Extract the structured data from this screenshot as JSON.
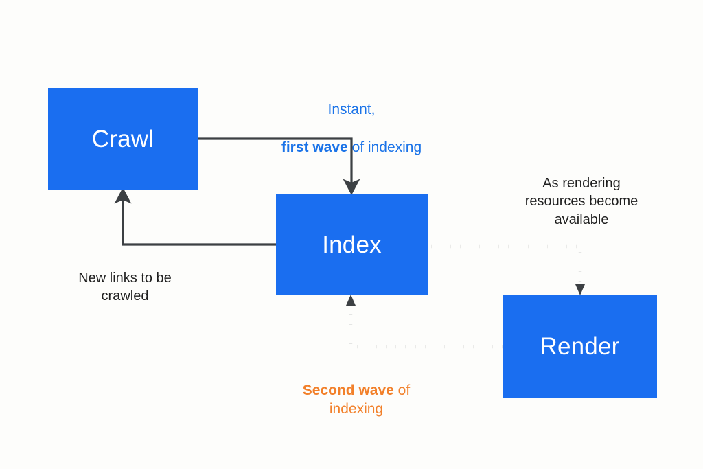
{
  "diagram": {
    "title": "Crawl, Index and Render two-wave indexing flow",
    "background_color": "#fdfdfb",
    "node_color": "#1a6ef0",
    "node_text_color": "#ffffff",
    "solid_edge_color": "#3c4043",
    "dotted_edge_color": "#3c4043",
    "accent_blue": "#1a73e8",
    "accent_orange": "#f2802a",
    "body_text_color": "#1f1f1f"
  },
  "nodes": {
    "crawl": {
      "label": "Crawl"
    },
    "index": {
      "label": "Index"
    },
    "render": {
      "label": "Render"
    }
  },
  "captions": {
    "first_wave": {
      "line1": "Instant,",
      "bold": "first wave",
      "rest": " of indexing"
    },
    "new_links": "New links to be\ncrawled",
    "rendering_resources": "As rendering\nresources become\navailable",
    "second_wave": {
      "bold": "Second wave",
      "rest": " of\nindexing"
    }
  },
  "edges": [
    {
      "name": "crawl-to-index",
      "from": "crawl",
      "to": "index",
      "style": "solid",
      "label": "Instant, first wave of indexing"
    },
    {
      "name": "index-to-crawl",
      "from": "index",
      "to": "crawl",
      "style": "solid",
      "label": "New links to be crawled"
    },
    {
      "name": "index-to-render",
      "from": "index",
      "to": "render",
      "style": "dotted",
      "label": "As rendering resources become available"
    },
    {
      "name": "render-to-index",
      "from": "render",
      "to": "index",
      "style": "dotted",
      "label": "Second wave of indexing"
    }
  ]
}
